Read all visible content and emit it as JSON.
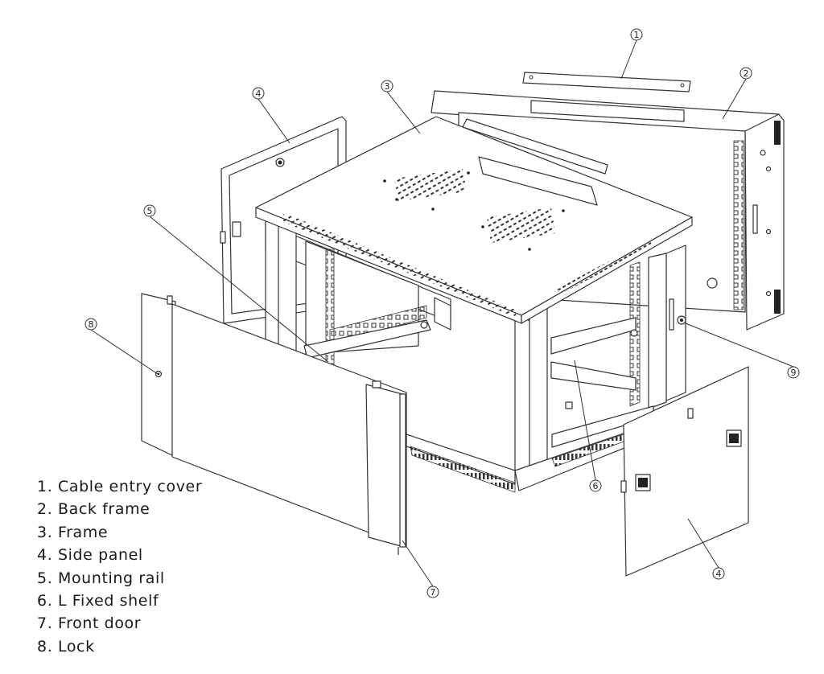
{
  "callouts": [
    "1",
    "2",
    "3",
    "4",
    "5",
    "4",
    "6",
    "7",
    "8",
    "9"
  ],
  "legend": [
    "1. Cable entry cover",
    "2. Back frame",
    "3. Frame",
    "4. Side panel",
    "5. Mounting rail",
    "6. L Fixed shelf",
    "7. Front door",
    "8. Lock"
  ],
  "colors": {
    "line": "#333333",
    "panel": "#ffffff",
    "shade": "#d9d9d9",
    "dark": "#222222"
  }
}
